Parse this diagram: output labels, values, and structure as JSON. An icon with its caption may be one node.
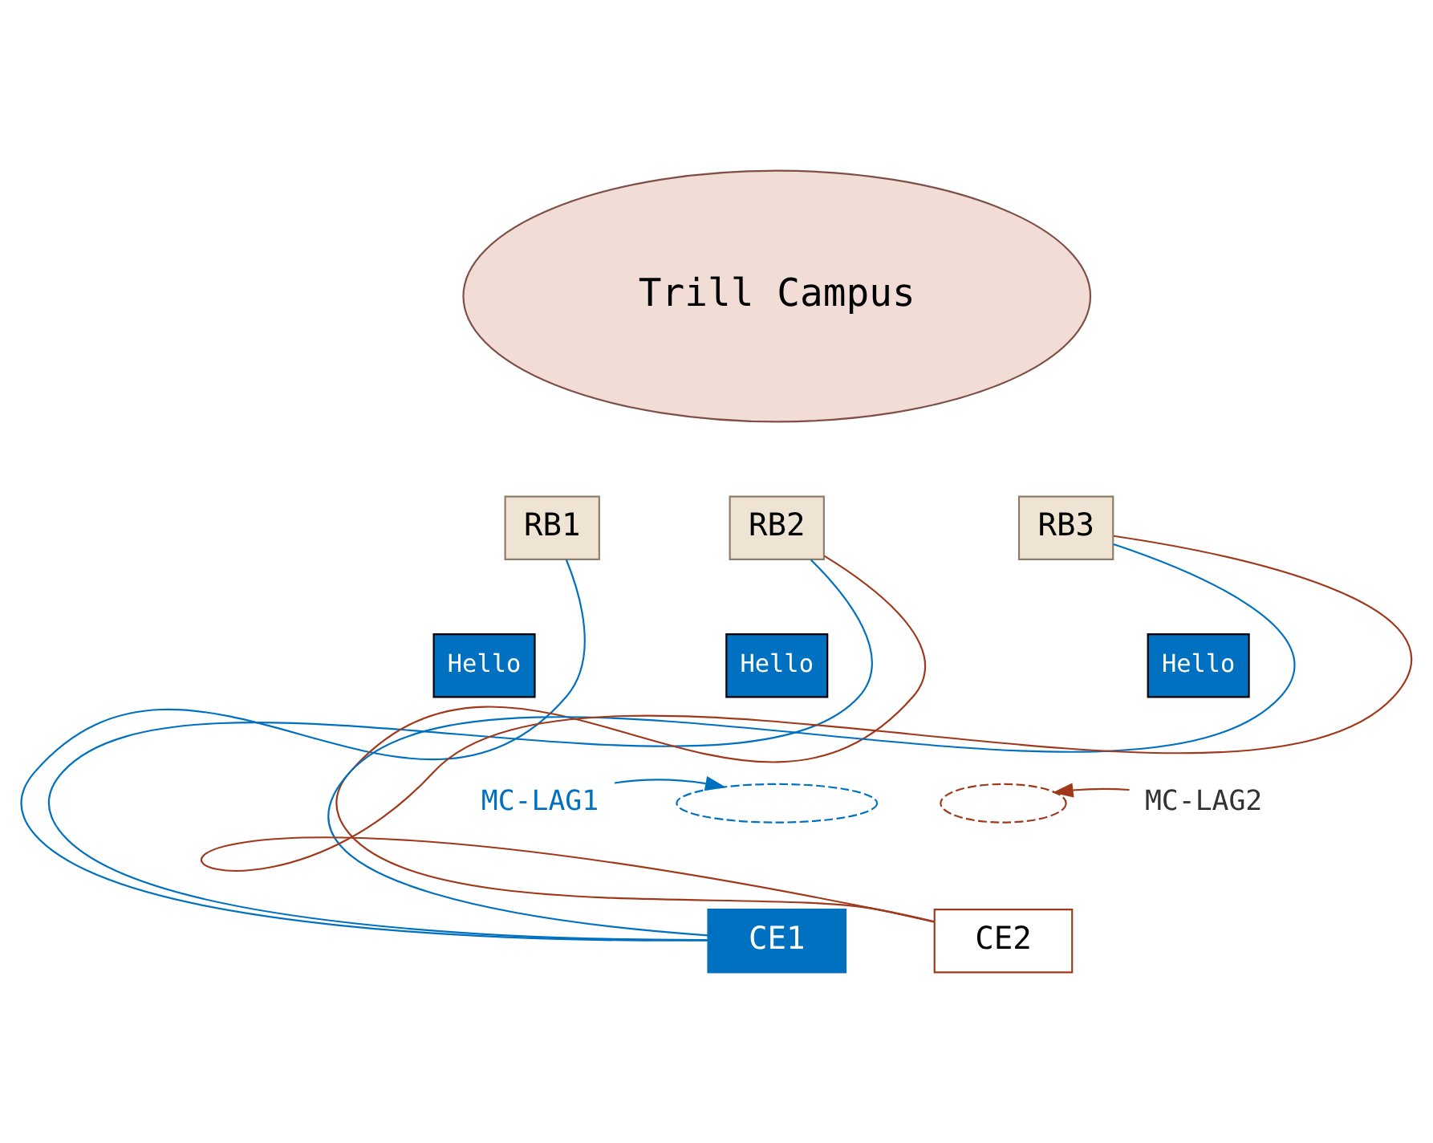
{
  "diagram": {
    "nodes": [
      {
        "text": [
          "Trill Campus"
        ]
      },
      {
        "text": [
          "RB1"
        ]
      },
      {
        "text": [
          "RB2"
        ]
      },
      {
        "text": [
          "RB3"
        ]
      },
      {
        "text": [
          "Hello"
        ]
      },
      {
        "text": [
          "Hello"
        ]
      },
      {
        "text": [
          "Hello"
        ]
      },
      {
        "text": [
          "MC-LAG1"
        ]
      },
      {
        "text": [],
        "shape": "ellipse"
      },
      {
        "text": [],
        "shape": "ellipse"
      },
      {
        "text": [
          "MC-LAG2"
        ]
      },
      {
        "text": [
          "CE1"
        ]
      },
      {
        "text": [
          "CE2"
        ]
      }
    ],
    "edges": [
      {
        "from": 1,
        "to": 11,
        "arrow": "none",
        "color": "#0070c0"
      },
      {
        "from": 2,
        "to": 11,
        "arrow": "none",
        "color": "#0070c0"
      },
      {
        "from": 3,
        "to": 11,
        "arrow": "none",
        "color": "#0070c0"
      },
      {
        "from": 2,
        "to": 12,
        "arrow": "none",
        "color": "#a0391b"
      },
      {
        "from": 3,
        "to": 12,
        "arrow": "none",
        "color": "#a0391b"
      },
      {
        "from": 7,
        "to": 8,
        "arrow": "to",
        "color": "#0070c0"
      },
      {
        "from": 10,
        "to": 9,
        "arrow": "to",
        "color": "#a0391b"
      }
    ]
  }
}
